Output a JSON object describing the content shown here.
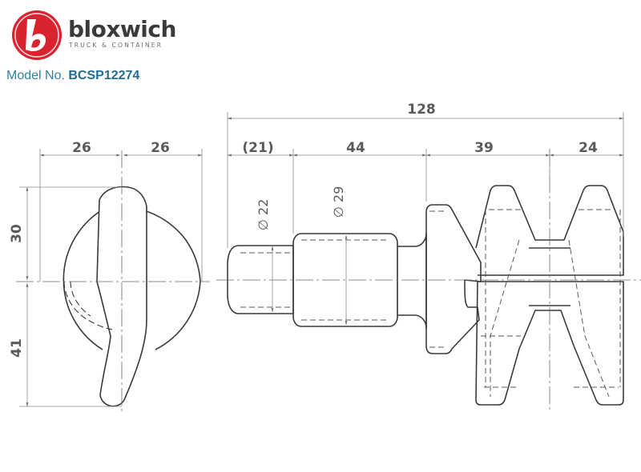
{
  "brand": {
    "name": "bloxwich",
    "tagline": "TRUCK & CONTAINER",
    "logo_letter": "b",
    "logo_color": "#d9232e"
  },
  "model": {
    "label": "Model No.",
    "number": "BCSP12274"
  },
  "dimensions": {
    "overall_length": "128",
    "side_view": {
      "left_width": "26",
      "right_width": "26",
      "upper_height": "30",
      "lower_height": "41"
    },
    "front_segments": {
      "seg1": "(21)",
      "seg2": "44",
      "seg3": "39",
      "seg4": "24"
    },
    "diameters": {
      "small": "22",
      "large": "29",
      "symbol": "∅"
    }
  },
  "colors": {
    "line": "#3a3a3a",
    "dim_line": "#8a8a8a",
    "text": "#5a5a5a",
    "accent": "#1f6c94"
  }
}
